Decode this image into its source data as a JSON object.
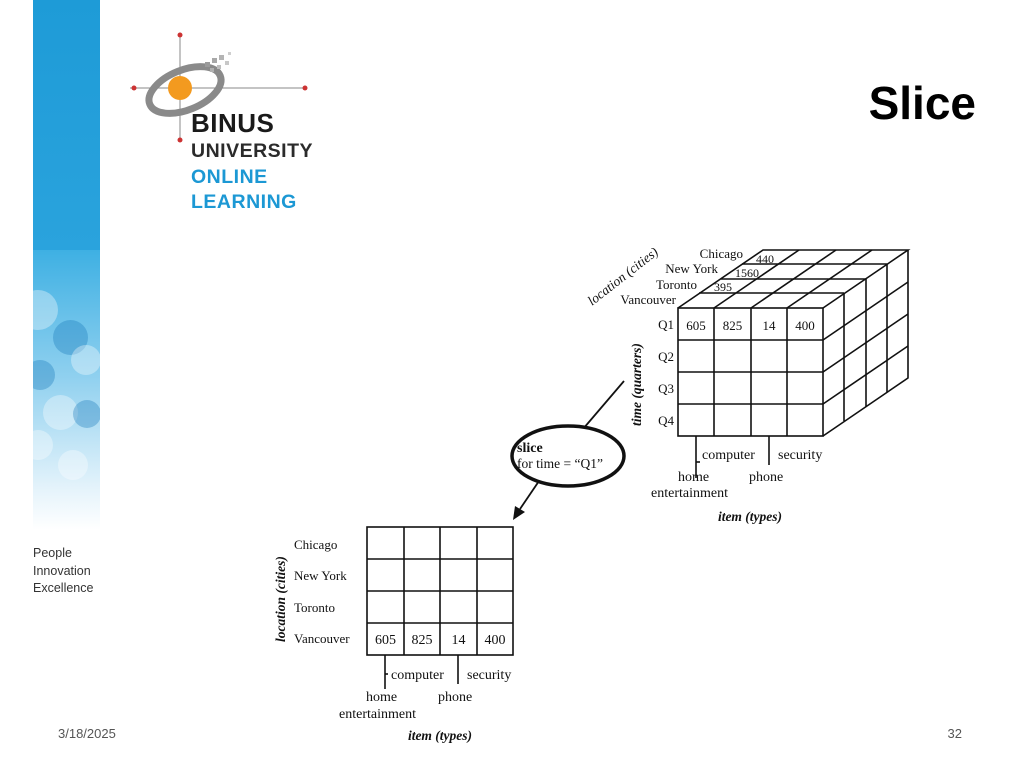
{
  "slide": {
    "title": "Slice",
    "date": "3/18/2025",
    "page_number": "32"
  },
  "branding": {
    "logo_lines": [
      "BINUS",
      "UNIVERSITY",
      "ONLINE",
      "LEARNING"
    ],
    "tagline": [
      "People",
      "Innovation",
      "Excellence"
    ],
    "accent_color": "#1c98d4",
    "logo_sun_color": "#f39a1f"
  },
  "cube": {
    "location_label": "location (cities)",
    "time_label": "time (quarters)",
    "item_label": "item (types)",
    "cities": [
      "Chicago",
      "New York",
      "Toronto",
      "Vancouver"
    ],
    "quarters": [
      "Q1",
      "Q2",
      "Q3",
      "Q4"
    ],
    "items_upper": [
      "computer",
      "security"
    ],
    "items_lower": [
      "home",
      "phone"
    ],
    "items_lower_2": "entertainment",
    "q1_values": [
      "605",
      "825",
      "14",
      "400"
    ],
    "depth_values": [
      "440",
      "1560",
      "395"
    ]
  },
  "slice_callout": {
    "heading": "slice",
    "condition": "for time = “Q1”"
  },
  "slice_table": {
    "location_label": "location (cities)",
    "item_label": "item (types)",
    "cities": [
      "Chicago",
      "New York",
      "Toronto",
      "Vancouver"
    ],
    "vancouver_values": [
      "605",
      "825",
      "14",
      "400"
    ],
    "items_upper": [
      "computer",
      "security"
    ],
    "items_lower": [
      "home",
      "phone"
    ],
    "items_lower_2": "entertainment"
  }
}
